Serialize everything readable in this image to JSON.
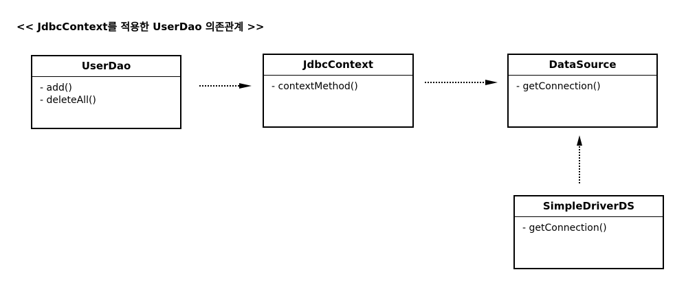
{
  "title": "<< JdbcContext를 적용한 UserDao 의존관계 >>",
  "classes": {
    "userdao": {
      "name": "UserDao",
      "methods": [
        "- add()",
        "- deleteAll()"
      ]
    },
    "jdbccontext": {
      "name": "JdbcContext",
      "methods": [
        "- contextMethod()"
      ]
    },
    "datasource": {
      "name": "DataSource",
      "methods": [
        "- getConnection()"
      ]
    },
    "simpledriverds": {
      "name": "SimpleDriverDS",
      "methods": [
        "- getConnection()"
      ]
    }
  }
}
